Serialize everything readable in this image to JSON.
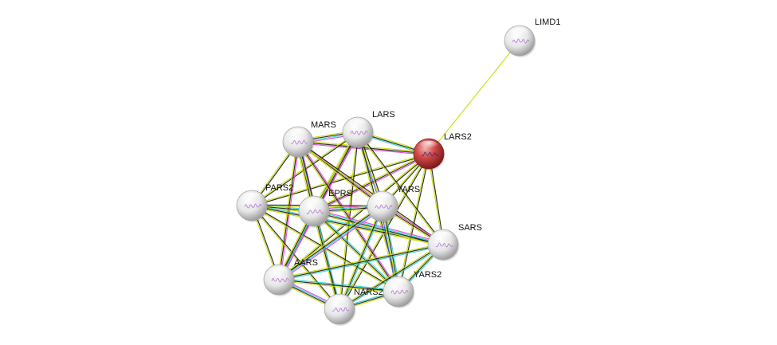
{
  "network": {
    "nodes": [
      {
        "id": "LIMD1",
        "label": "LIMD1",
        "query": false
      },
      {
        "id": "LARS2",
        "label": "LARS2",
        "query": true
      },
      {
        "id": "LARS",
        "label": "LARS",
        "query": false
      },
      {
        "id": "MARS",
        "label": "MARS",
        "query": false
      },
      {
        "id": "PARS2",
        "label": "PARS2",
        "query": false
      },
      {
        "id": "EPRS",
        "label": "EPRS",
        "query": false
      },
      {
        "id": "YARS",
        "label": "YARS",
        "query": false
      },
      {
        "id": "SARS",
        "label": "SARS",
        "query": false
      },
      {
        "id": "AARS",
        "label": "AARS",
        "query": false
      },
      {
        "id": "NARS2",
        "label": "NARS2",
        "query": false
      },
      {
        "id": "YARS2",
        "label": "YARS2",
        "query": false
      }
    ],
    "edges": [
      {
        "source": "LARS2",
        "target": "LIMD1",
        "evidence": [
          "textmining"
        ]
      },
      {
        "source": "LARS2",
        "target": "LARS",
        "evidence": [
          "database",
          "coexpression",
          "textmining"
        ]
      },
      {
        "source": "LARS2",
        "target": "MARS",
        "evidence": [
          "experiments",
          "coexpression",
          "textmining"
        ]
      },
      {
        "source": "LARS2",
        "target": "PARS2",
        "evidence": [
          "coexpression",
          "textmining"
        ]
      },
      {
        "source": "LARS2",
        "target": "EPRS",
        "evidence": [
          "experiments",
          "coexpression",
          "textmining"
        ]
      },
      {
        "source": "LARS2",
        "target": "YARS",
        "evidence": [
          "coexpression",
          "textmining"
        ]
      },
      {
        "source": "LARS2",
        "target": "SARS",
        "evidence": [
          "coexpression",
          "textmining"
        ]
      },
      {
        "source": "LARS2",
        "target": "AARS",
        "evidence": [
          "coexpression",
          "textmining"
        ]
      },
      {
        "source": "LARS2",
        "target": "NARS2",
        "evidence": [
          "coexpression",
          "textmining"
        ]
      },
      {
        "source": "LARS2",
        "target": "YARS2",
        "evidence": [
          "coexpression",
          "textmining"
        ]
      },
      {
        "source": "LARS",
        "target": "MARS",
        "evidence": [
          "experiments",
          "database",
          "coexpression",
          "textmining"
        ]
      },
      {
        "source": "LARS",
        "target": "PARS2",
        "evidence": [
          "coexpression",
          "textmining"
        ]
      },
      {
        "source": "LARS",
        "target": "EPRS",
        "evidence": [
          "experiments",
          "database",
          "coexpression",
          "textmining"
        ]
      },
      {
        "source": "LARS",
        "target": "YARS",
        "evidence": [
          "coexpression",
          "textmining",
          "homology"
        ]
      },
      {
        "source": "LARS",
        "target": "SARS",
        "evidence": [
          "coexpression",
          "textmining"
        ]
      },
      {
        "source": "LARS",
        "target": "AARS",
        "evidence": [
          "experiments",
          "coexpression",
          "textmining"
        ]
      },
      {
        "source": "LARS",
        "target": "NARS2",
        "evidence": [
          "coexpression",
          "textmining"
        ]
      },
      {
        "source": "LARS",
        "target": "YARS2",
        "evidence": [
          "coexpression",
          "textmining"
        ]
      },
      {
        "source": "MARS",
        "target": "PARS2",
        "evidence": [
          "coexpression",
          "textmining"
        ]
      },
      {
        "source": "MARS",
        "target": "EPRS",
        "evidence": [
          "experiments",
          "database",
          "coexpression",
          "textmining"
        ]
      },
      {
        "source": "MARS",
        "target": "YARS",
        "evidence": [
          "experiments",
          "coexpression",
          "textmining"
        ]
      },
      {
        "source": "MARS",
        "target": "SARS",
        "evidence": [
          "coexpression",
          "textmining"
        ]
      },
      {
        "source": "MARS",
        "target": "AARS",
        "evidence": [
          "experiments",
          "coexpression",
          "textmining"
        ]
      },
      {
        "source": "MARS",
        "target": "NARS2",
        "evidence": [
          "coexpression",
          "textmining"
        ]
      },
      {
        "source": "MARS",
        "target": "YARS2",
        "evidence": [
          "experiments",
          "coexpression",
          "textmining"
        ]
      },
      {
        "source": "PARS2",
        "target": "EPRS",
        "evidence": [
          "database",
          "coexpression",
          "textmining"
        ]
      },
      {
        "source": "PARS2",
        "target": "YARS",
        "evidence": [
          "coexpression",
          "textmining"
        ]
      },
      {
        "source": "PARS2",
        "target": "SARS",
        "evidence": [
          "database",
          "coexpression",
          "textmining"
        ]
      },
      {
        "source": "PARS2",
        "target": "AARS",
        "evidence": [
          "coexpression",
          "textmining"
        ]
      },
      {
        "source": "PARS2",
        "target": "NARS2",
        "evidence": [
          "coexpression",
          "textmining"
        ]
      },
      {
        "source": "PARS2",
        "target": "YARS2",
        "evidence": [
          "coexpression",
          "textmining"
        ]
      },
      {
        "source": "EPRS",
        "target": "YARS",
        "evidence": [
          "experiments",
          "database",
          "coexpression",
          "textmining"
        ]
      },
      {
        "source": "EPRS",
        "target": "SARS",
        "evidence": [
          "experiments",
          "database",
          "coexpression",
          "textmining"
        ]
      },
      {
        "source": "EPRS",
        "target": "AARS",
        "evidence": [
          "experiments",
          "database",
          "coexpression",
          "textmining"
        ]
      },
      {
        "source": "EPRS",
        "target": "NARS2",
        "evidence": [
          "database",
          "coexpression",
          "textmining"
        ]
      },
      {
        "source": "EPRS",
        "target": "YARS2",
        "evidence": [
          "database",
          "coexpression",
          "textmining"
        ]
      },
      {
        "source": "YARS",
        "target": "SARS",
        "evidence": [
          "experiments",
          "coexpression",
          "textmining"
        ]
      },
      {
        "source": "YARS",
        "target": "AARS",
        "evidence": [
          "experiments",
          "database",
          "coexpression",
          "textmining"
        ]
      },
      {
        "source": "YARS",
        "target": "NARS2",
        "evidence": [
          "database",
          "coexpression",
          "textmining"
        ]
      },
      {
        "source": "YARS",
        "target": "YARS2",
        "evidence": [
          "database",
          "coexpression",
          "textmining",
          "homology"
        ]
      },
      {
        "source": "SARS",
        "target": "AARS",
        "evidence": [
          "database",
          "coexpression",
          "textmining"
        ]
      },
      {
        "source": "SARS",
        "target": "NARS2",
        "evidence": [
          "database",
          "coexpression",
          "textmining"
        ]
      },
      {
        "source": "SARS",
        "target": "YARS2",
        "evidence": [
          "database",
          "coexpression",
          "textmining"
        ]
      },
      {
        "source": "AARS",
        "target": "NARS2",
        "evidence": [
          "experiments",
          "database",
          "coexpression",
          "textmining"
        ]
      },
      {
        "source": "AARS",
        "target": "YARS2",
        "evidence": [
          "database",
          "coexpression",
          "textmining"
        ]
      },
      {
        "source": "NARS2",
        "target": "YARS2",
        "evidence": [
          "database",
          "coexpression",
          "textmining"
        ]
      }
    ]
  },
  "colors": {
    "textmining": "#c8dc00",
    "coexpression": "#1a1a1a",
    "experiments": "#e040e0",
    "database": "#30d0d0",
    "homology": "#3060e0",
    "neighborhood": "#20a020",
    "node_default": "#e8e8e8",
    "node_query": "#c83232",
    "background": "#ffffff"
  }
}
